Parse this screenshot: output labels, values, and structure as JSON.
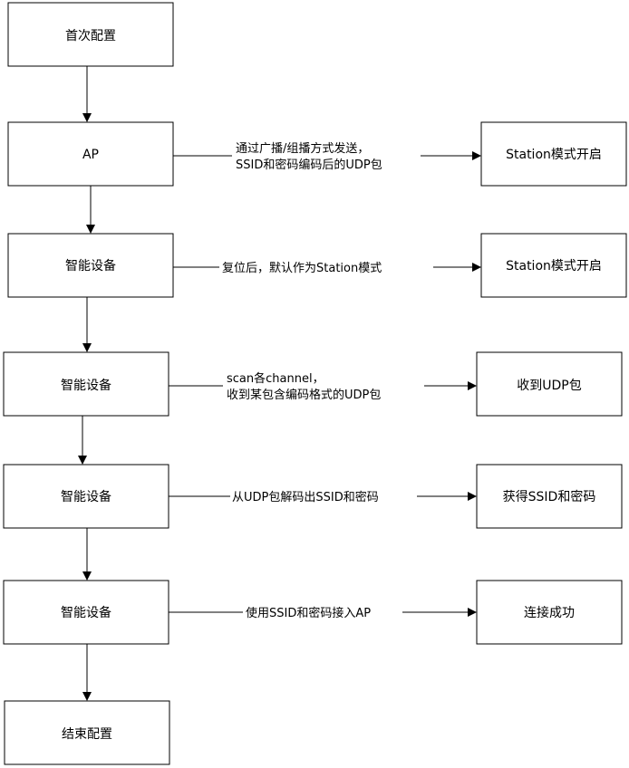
{
  "colors": {
    "stroke": "#000000",
    "background": "#ffffff",
    "text": "#000000"
  },
  "nodes": {
    "first_config": "首次配置",
    "ap": "AP",
    "station_mode_on_1": "Station模式开启",
    "smart_device_1": "智能设备",
    "station_mode_on_2": "Station模式开启",
    "smart_device_2": "智能设备",
    "receive_udp": "收到UDP包",
    "smart_device_3": "智能设备",
    "get_ssid_pwd": "获得SSID和密码",
    "smart_device_4": "智能设备",
    "connect_success": "连接成功",
    "end_config": "结束配置"
  },
  "edges": {
    "ap_broadcast_line1": "通过广播/组播方式发送，",
    "ap_broadcast_line2": "SSID和密码编码后的UDP包",
    "reset_default": "复位后，默认作为Station模式",
    "scan_line1": "scan各channel，",
    "scan_line2": "收到某包含编码格式的UDP包",
    "decode": "从UDP包解码出SSID和密码",
    "connect_ap": "使用SSID和密码接入AP"
  }
}
